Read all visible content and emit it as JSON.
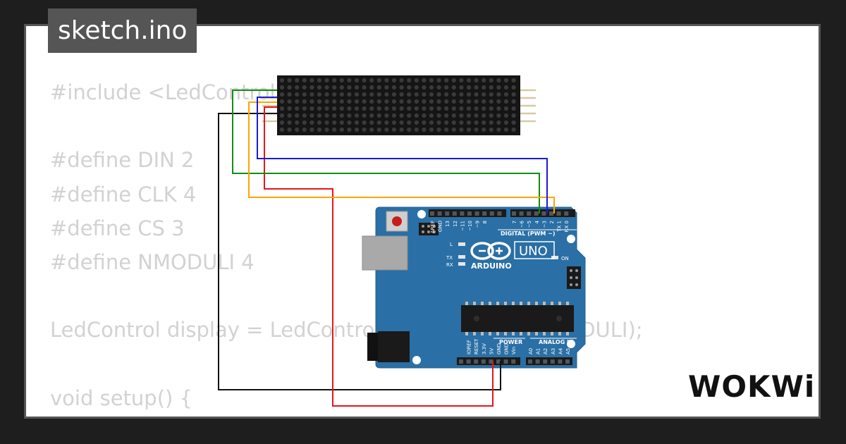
{
  "file_tab": {
    "label": "sketch.ino"
  },
  "code_lines": [
    "#include <LedControl.h>",
    "",
    "#define DIN 2",
    "#define CLK 4",
    "#define CS 3",
    "#define NMODULI 4",
    "",
    "LedControl display = LedControl(DIN, CLK, CS, NMODULI);",
    "",
    "void setup() {",
    "  //"
  ],
  "board": {
    "brand_word": "ARDUINO",
    "model": "UNO",
    "on_label": "ON",
    "l_label": "L",
    "tx_label": "TX",
    "rx_label": "RX",
    "digital_label": "DIGITAL (PWM ~)",
    "power_label": "POWER",
    "analog_label": "ANALOG IN",
    "top_pins": [
      "AREF",
      "GND",
      "13",
      "12",
      "~11",
      "~10",
      "~9",
      "8",
      "7",
      "~6",
      "~5",
      "4",
      "~3",
      "2",
      "TX 1",
      "RX 0"
    ],
    "bottom_pins": [
      "IOREF",
      "RESET",
      "3.3V",
      "5V",
      "GND",
      "GND",
      "Vin",
      "A0",
      "A1",
      "A2",
      "A3",
      "A4",
      "A5"
    ]
  },
  "matrix": {
    "rows": 8,
    "cols": 32
  },
  "wires": [
    {
      "name": "wire-gnd",
      "color": "#111111"
    },
    {
      "name": "wire-vcc",
      "color": "#e8151b"
    },
    {
      "name": "wire-din",
      "color": "#138d13"
    },
    {
      "name": "wire-cs",
      "color": "#ffa500"
    },
    {
      "name": "wire-clk",
      "color": "#1a1adc"
    }
  ],
  "colors": {
    "board_blue": "#2a6fa5",
    "matrix_bg": "#151515",
    "led_off": "#3a3a3a",
    "pin_gold": "#d8c9a3"
  },
  "logo": {
    "text": "WOKWi"
  }
}
